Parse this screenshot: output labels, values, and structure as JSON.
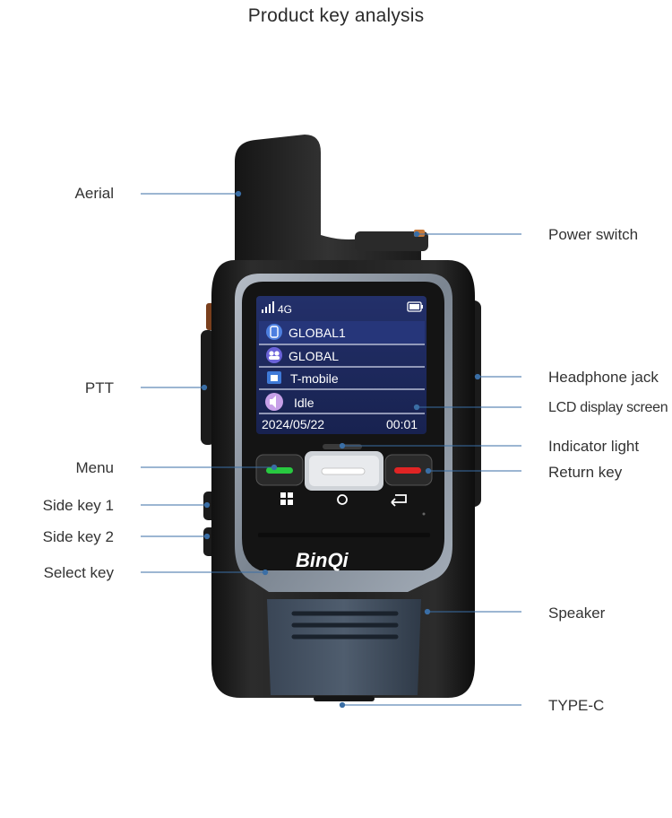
{
  "title": "Product key analysis",
  "labels_left": {
    "aerial": "Aerial",
    "ptt": "PTT",
    "menu": "Menu",
    "side_key_1": "Side key 1",
    "side_key_2": "Side key 2",
    "select_key": "Select key"
  },
  "labels_right": {
    "power_switch": "Power switch",
    "headphone_jack": "Headphone jack",
    "lcd_display_screen": "LCD display screen",
    "indicator_light": "Indicator light",
    "return_key": "Return key",
    "speaker": "Speaker",
    "type_c": "TYPE-C"
  },
  "screen": {
    "network": "4G",
    "rows": [
      "GLOBAL1",
      "GLOBAL",
      "T-mobile",
      "Idle"
    ],
    "row_icons": [
      "radio-icon",
      "group-icon",
      "sim-icon",
      "speaker-icon"
    ],
    "date": "2024/05/22",
    "time": "00:01"
  },
  "brand": "BinQi",
  "colors": {
    "leader_line": "#3a6ea5",
    "screen_bg": "#1f2a55",
    "body": "#1e1e1e",
    "bezel": "#8f98a4",
    "call_key": "#28c940",
    "end_key": "#e02424"
  }
}
